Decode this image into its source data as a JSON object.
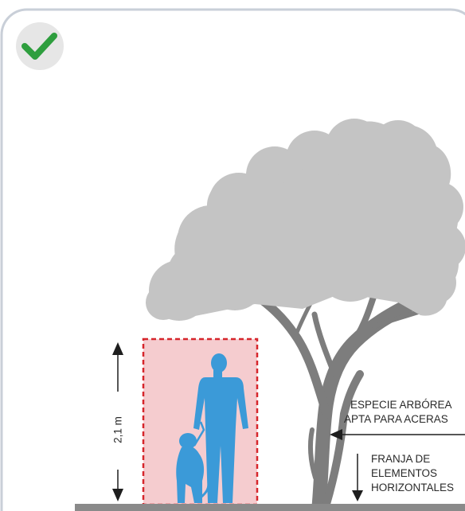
{
  "status_icon": "checkmark-icon",
  "colors": {
    "check_badge": "#e6e6e6",
    "check_mark": "#2e9e3e",
    "frame_border": "#c9cfd8",
    "tree_canopy": "#c4c4c4",
    "tree_trunk": "#7d7d7d",
    "silhouette": "#3b9ad8",
    "clearance_fill": "#f5cccf",
    "clearance_border": "#d6262c",
    "ground": "#8a8a8a"
  },
  "labels": {
    "height_dimension": "2,1 m",
    "tree_label_line1": "ESPECIE ARBÓREA",
    "tree_label_line2": "APTA PARA ACERAS",
    "strip_label_line1": "FRANJA DE",
    "strip_label_line2": "ELEMENTOS",
    "strip_label_line3": "HORIZONTALES"
  }
}
